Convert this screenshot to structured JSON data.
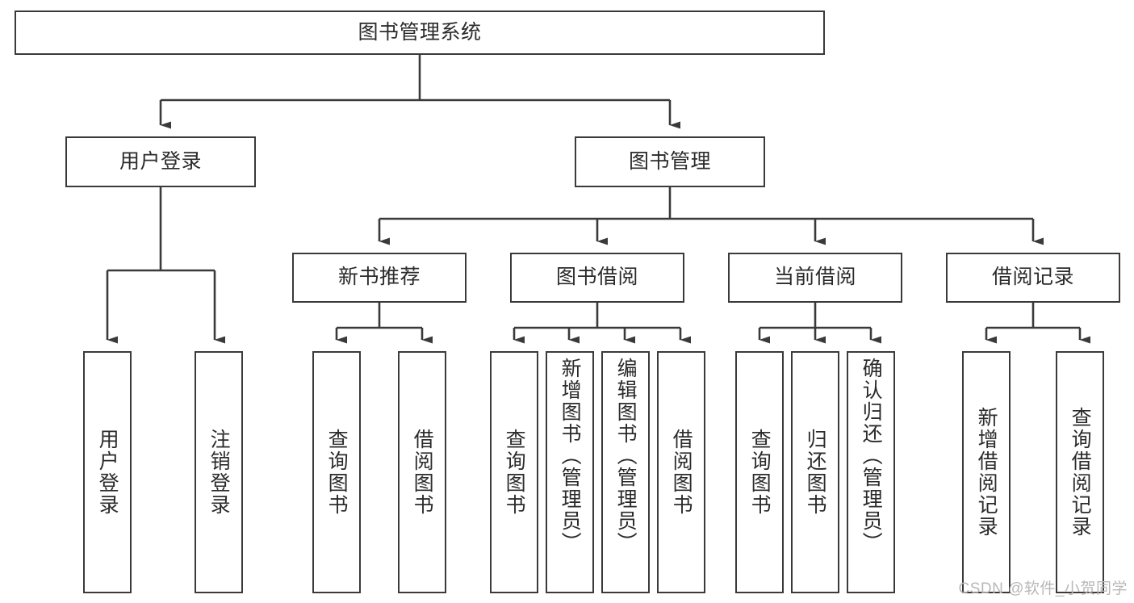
{
  "diagram": {
    "title": "图书管理系统",
    "type": "hierarchy-tree",
    "watermark": "CSDN @软件_小贺同学",
    "colors": {
      "stroke": "#3a3a3a",
      "text": "#2b2b2b",
      "background": "#ffffff",
      "watermark": "#b8b8b8"
    },
    "nodes": {
      "root": {
        "label": "图书管理系统"
      },
      "level2": [
        {
          "label": "用户登录"
        },
        {
          "label": "图书管理"
        }
      ],
      "level3": [
        {
          "label": "新书推荐"
        },
        {
          "label": "图书借阅"
        },
        {
          "label": "当前借阅"
        },
        {
          "label": "借阅记录"
        }
      ],
      "leaves": {
        "user_login": [
          {
            "label": "用户登录"
          },
          {
            "label": "注销登录"
          }
        ],
        "new_book": [
          {
            "label": "查询图书"
          },
          {
            "label": "借阅图书"
          }
        ],
        "book_borrow": [
          {
            "label": "查询图书"
          },
          {
            "label": "新增图书（管理员）"
          },
          {
            "label": "编辑图书（管理员）"
          },
          {
            "label": "借阅图书"
          }
        ],
        "current_borrow": [
          {
            "label": "查询图书"
          },
          {
            "label": "归还图书"
          },
          {
            "label": "确认归还（管理员）"
          }
        ],
        "borrow_record": [
          {
            "label": "新增借阅记录"
          },
          {
            "label": "查询借阅记录"
          }
        ]
      }
    }
  }
}
